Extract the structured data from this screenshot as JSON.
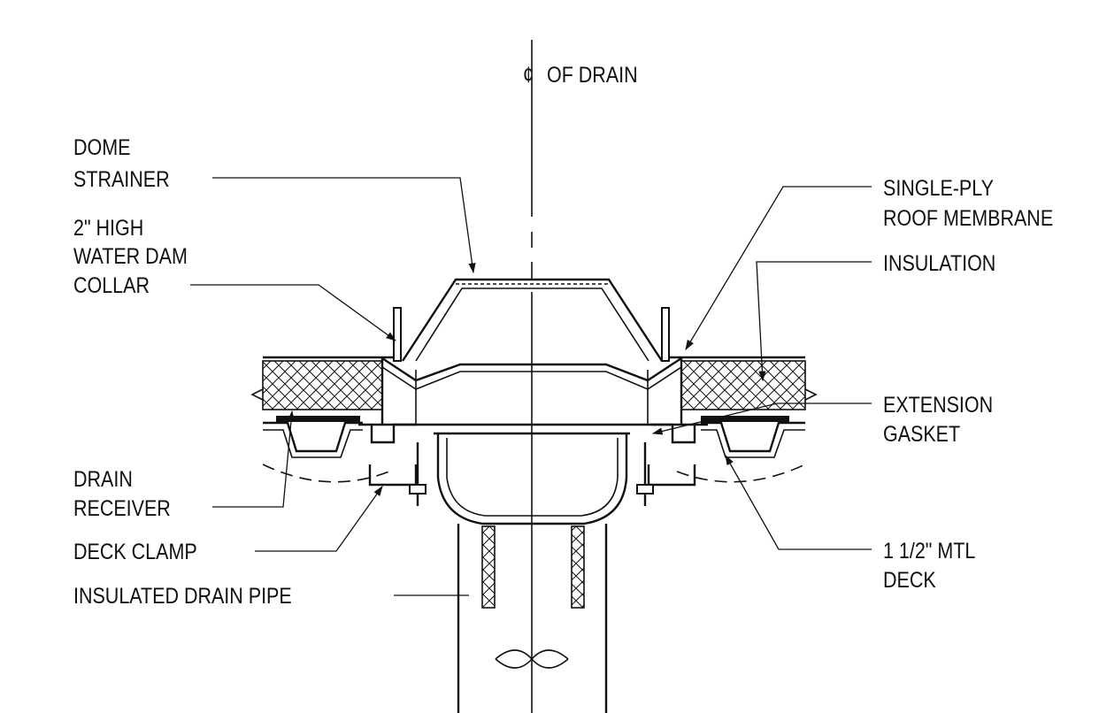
{
  "drawing": {
    "centerline_label": "OF DRAIN",
    "centerline_symbol": "¢",
    "labels": {
      "dome_strainer": [
        "DOME",
        "STRAINER"
      ],
      "water_dam_collar": [
        "2\" HIGH",
        "WATER DAM",
        "COLLAR"
      ],
      "drain_receiver": [
        "DRAIN",
        "RECEIVER"
      ],
      "deck_clamp": "DECK CLAMP",
      "insulated_drain_pipe": "INSULATED DRAIN PIPE",
      "roof_membrane": [
        "SINGLE-PLY",
        "ROOF MEMBRANE"
      ],
      "insulation": "INSULATION",
      "extension_gasket": [
        "EXTENSION",
        "GASKET"
      ],
      "metal_deck": [
        "1 1/2\" MTL",
        "DECK"
      ]
    },
    "line_color": "#111111",
    "background": "#ffffff"
  }
}
